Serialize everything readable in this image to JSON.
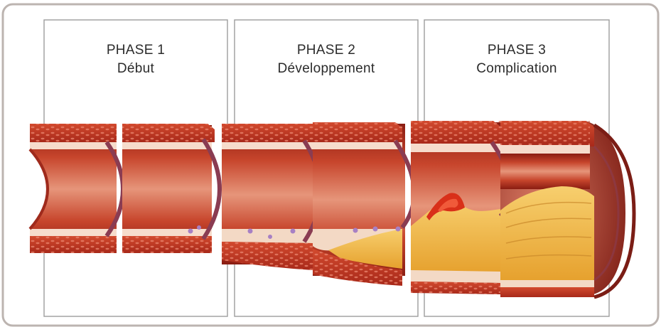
{
  "colors": {
    "frame": "#b9b2ae",
    "panel_border": "#9a9a9a",
    "wall": "#b8331f",
    "lumen": "#c9553a",
    "plaque": "#f1b640",
    "clot": "#d8321c"
  },
  "phases": [
    {
      "title": "PHASE 1",
      "subtitle": "Début"
    },
    {
      "title": "PHASE 2",
      "subtitle": "Développement"
    },
    {
      "title": "PHASE 3",
      "subtitle": "Complication"
    }
  ]
}
